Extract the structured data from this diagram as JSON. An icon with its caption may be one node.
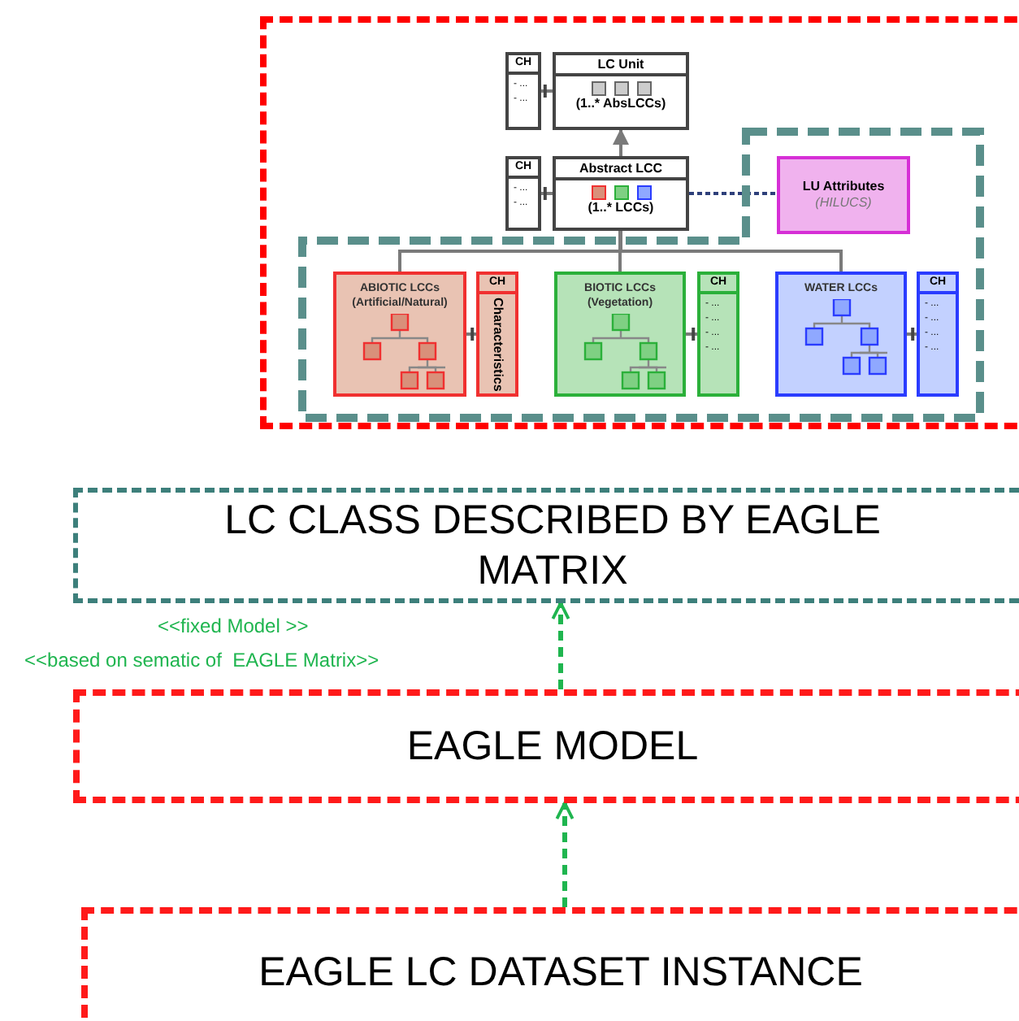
{
  "diagram": {
    "nodes": [
      {
        "text": [],
        "shape": "box"
      },
      {
        "text": [
          "CH",
          "- ...",
          "- ..."
        ],
        "in": 0
      },
      {
        "text": [
          "LC Unit",
          "(1..* AbsLCCs)"
        ],
        "in": 0
      },
      {
        "text": [
          "CH",
          "- ...",
          "- ..."
        ],
        "in": 0
      },
      {
        "text": [
          "Abstract LCC",
          "(1..* LCCs)"
        ],
        "in": 0
      },
      {
        "text": [],
        "shape": "box",
        "in": 0
      },
      {
        "text": [
          "LU Attributes",
          "(HILUCS)"
        ],
        "in": 5
      },
      {
        "text": [
          "ABIOTIC LCCs (Artificial/Natural)"
        ],
        "in": 5
      },
      {
        "text": [
          "CH",
          "Characteristics"
        ],
        "in": 5
      },
      {
        "text": [
          "BIOTIC LCCs (Vegetation)"
        ],
        "in": 5
      },
      {
        "text": [
          "CH",
          "- ...",
          "- ...",
          "- ...",
          "- ..."
        ],
        "in": 5
      },
      {
        "text": [
          "WATER LCCs"
        ],
        "in": 5
      },
      {
        "text": [
          "CH",
          "- ...",
          "- ...",
          "- ...",
          "- ..."
        ],
        "in": 5
      },
      {
        "text": [
          "LC CLASS DESCRIBED BY EAGLE MATRIX"
        ]
      },
      {
        "text": [
          "EAGLE MODEL"
        ]
      },
      {
        "text": [
          "EAGLE LC DATASET INSTANCE"
        ]
      }
    ],
    "edges": [
      {
        "from": 2,
        "to": 1,
        "arrow": "other"
      },
      {
        "from": 4,
        "to": 3,
        "arrow": "other"
      },
      {
        "from": 4,
        "to": 2,
        "arrow": "to"
      },
      {
        "from": 4,
        "to": 6,
        "arrow": "none",
        "style": "dashed",
        "color": "#2e3f7a"
      },
      {
        "from": 4,
        "to": 7,
        "arrow": "none"
      },
      {
        "from": 4,
        "to": 9,
        "arrow": "none"
      },
      {
        "from": 4,
        "to": 11,
        "arrow": "none"
      },
      {
        "from": 7,
        "to": 8,
        "arrow": "other"
      },
      {
        "from": 9,
        "to": 10,
        "arrow": "other"
      },
      {
        "from": 11,
        "to": 12,
        "arrow": "other"
      },
      {
        "from": 14,
        "to": 13,
        "arrow": "to",
        "style": "dashed",
        "color": "#1fb54f"
      },
      {
        "from": 15,
        "to": 14,
        "arrow": "to",
        "style": "dashed",
        "color": "#1fb54f"
      }
    ],
    "labels": [
      "<<fixed Model >>",
      "<<based on sematic of  EAGLE Matrix>>"
    ]
  }
}
